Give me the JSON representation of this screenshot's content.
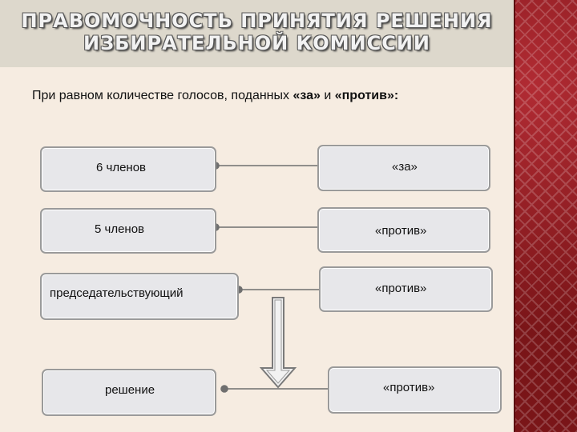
{
  "slide": {
    "title_line1": "ПРАВОМОЧНОСТЬ ПРИНЯТИЯ РЕШЕНИЯ",
    "title_line2": "ИЗБИРАТЕЛЬНОЙ КОМИССИИ",
    "intro_text": "При равном количестве голосов, поданных ",
    "intro_for": "«за»",
    "intro_and": " и ",
    "intro_against": "«против»:"
  },
  "diagram": {
    "rows": [
      {
        "left": "6 членов",
        "right": "«за»"
      },
      {
        "left": "5 членов",
        "right": "«против»"
      },
      {
        "left": "председательствующий",
        "right": "«против»"
      },
      {
        "left": "решение",
        "right": "«против»"
      }
    ]
  },
  "colors": {
    "accent_band": "#8b1a1e",
    "box_fill": "#e7e7ea",
    "box_border": "#9a9a9a",
    "connector": "#6f6f6f"
  }
}
